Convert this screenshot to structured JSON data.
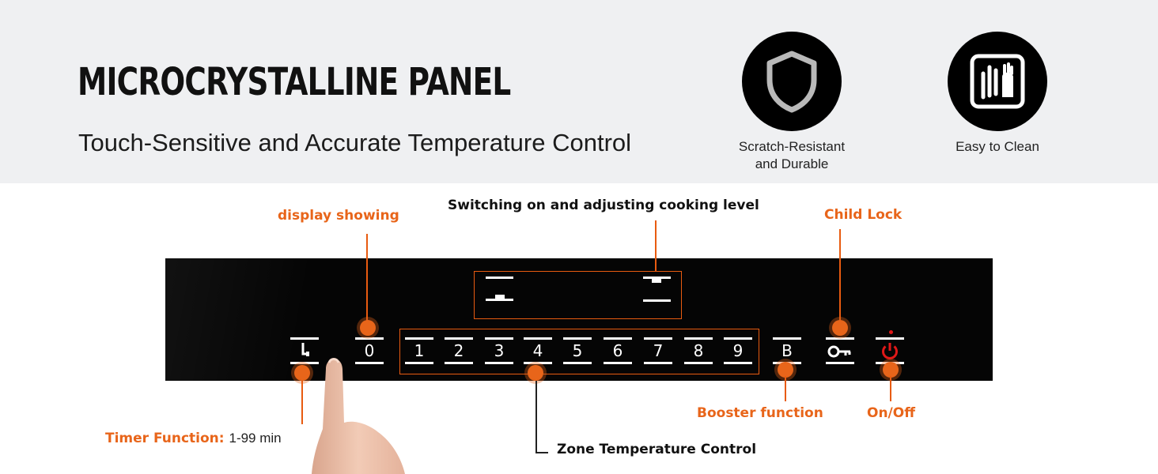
{
  "header": {
    "title": "MICROCRYSTALLINE PANEL",
    "subtitle": "Touch-Sensitive and Accurate Temperature Control"
  },
  "features": [
    {
      "icon": "shield-icon",
      "line1": "Scratch-Resistant",
      "line2": "and Durable"
    },
    {
      "icon": "clean-hand-icon",
      "line1": "Easy to Clean"
    }
  ],
  "panel": {
    "keys": [
      "0",
      "1",
      "2",
      "3",
      "4",
      "5",
      "6",
      "7",
      "8",
      "9",
      "B"
    ],
    "timer_icon": "timer-icon",
    "lock_icon": "key-icon",
    "power_icon": "power-icon"
  },
  "callouts": {
    "display": "display showing",
    "switching": "Switching on and adjusting cooking level",
    "child_lock": "Child Lock",
    "booster": "Booster function",
    "on_off": "On/Off",
    "timer_label": "Timer Function:",
    "timer_range": "1-99 min",
    "zone": "Zone Temperature Control"
  },
  "colors": {
    "accent": "#e8651a",
    "panel": "#050505",
    "header_bg": "#eff0f2"
  }
}
